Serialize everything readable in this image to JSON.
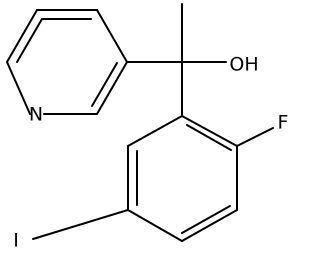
{
  "molecule": {
    "atoms": [
      {
        "symbol": "N"
      },
      {
        "symbol": "OH"
      },
      {
        "symbol": "F"
      },
      {
        "symbol": "I"
      }
    ]
  }
}
